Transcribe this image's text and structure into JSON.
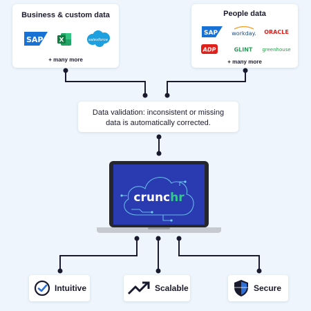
{
  "business_card": {
    "title": "Business & custom data",
    "logos": [
      "SAP",
      "X",
      "salesforce"
    ],
    "more": "+ many more"
  },
  "people_card": {
    "title": "People data",
    "logos": [
      "SAP",
      "workday.",
      "ORACLE",
      "ADP",
      "GLINT",
      "greenhouse"
    ],
    "more": "+ many more"
  },
  "validation": {
    "line1": "Data validation: inconsistent or missing",
    "line2": "data is automatically corrected."
  },
  "laptop": {
    "brand_a": "crunc",
    "brand_b": "hr"
  },
  "features": [
    {
      "label": "Intuitive",
      "icon": "check-circle-icon"
    },
    {
      "label": "Scalable",
      "icon": "trend-arrow-icon"
    },
    {
      "label": "Secure",
      "icon": "shield-icon"
    }
  ],
  "colors": {
    "background": "#eef5fc",
    "connector": "#1a1a2e",
    "screen": "#2a3ab0",
    "accent_green": "#34c890"
  }
}
